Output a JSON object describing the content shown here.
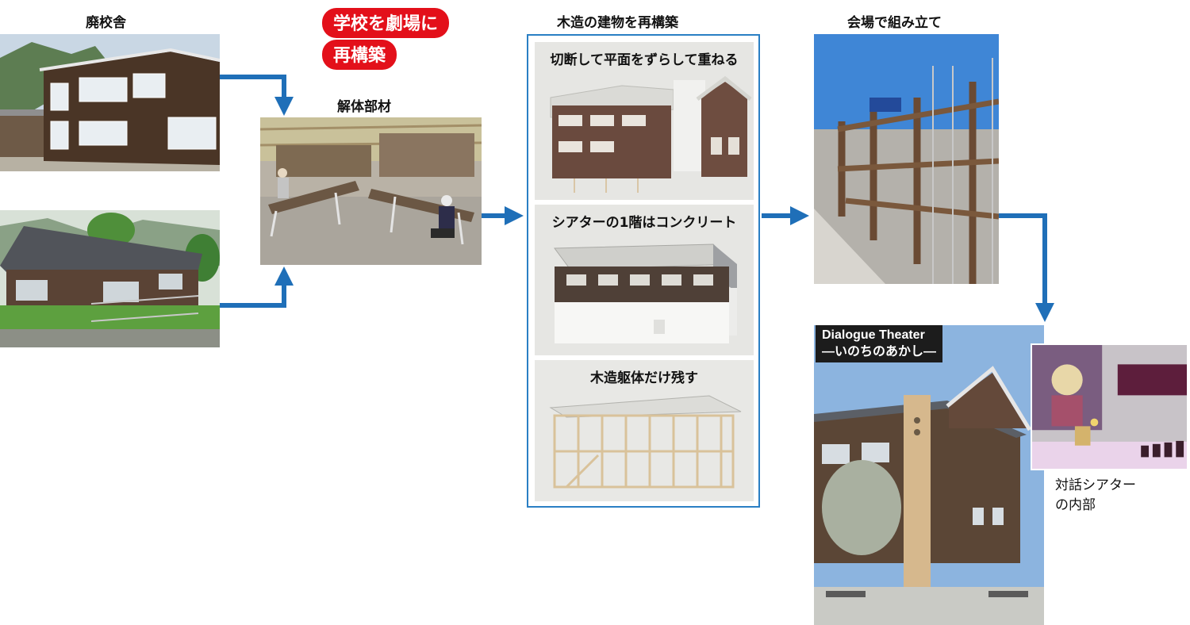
{
  "labels": {
    "school": "廃校舎",
    "badge_line1": "学校を劇場に",
    "badge_line2": "再構築",
    "members": "解体部材",
    "rebuild_title": "木造の建物を再構築",
    "assemble": "会場で組み立て",
    "step1": "切断して平面をずらして重ねる",
    "step2": "シアターの1階はコンクリート",
    "step3": "木造躯体だけ残す",
    "theater_name_line1": "Dialogue Theater",
    "theater_name_line2": "―いのちのあかし―",
    "interior_line1": "対話シアター",
    "interior_line2": "の内部"
  },
  "colors": {
    "arrow": "#1f6fb8",
    "panel_border": "#2a7fc4",
    "badge": "#e3101a"
  }
}
